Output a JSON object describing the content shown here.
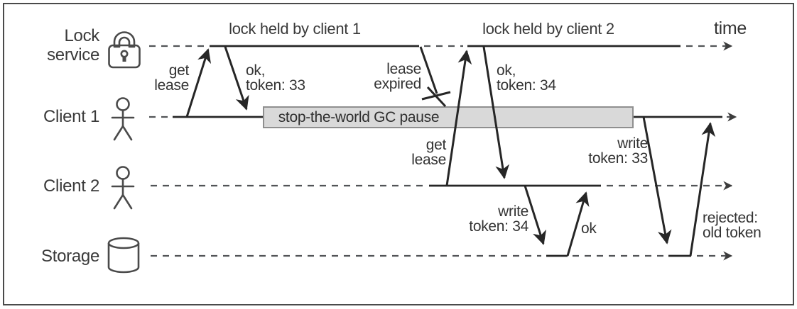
{
  "figure": {
    "time_label": "time"
  },
  "lanes": [
    {
      "id": "lock-service",
      "label": "Lock\nservice",
      "icon": "padlock-icon"
    },
    {
      "id": "client-1",
      "label": "Client 1",
      "icon": "person-icon"
    },
    {
      "id": "client-2",
      "label": "Client 2",
      "icon": "person-icon"
    },
    {
      "id": "storage",
      "label": "Storage",
      "icon": "database-icon"
    }
  ],
  "segments": {
    "lock_held_by_client_1": "lock held by client 1",
    "lock_held_by_client_2": "lock held by client 2",
    "gc_pause": "stop-the-world GC pause"
  },
  "messages": {
    "get_lease_1": "get\nlease",
    "ok_token_33": "ok,\ntoken: 33",
    "lease_expired": "lease\nexpired",
    "get_lease_2": "get\nlease",
    "ok_token_34": "ok,\ntoken: 34",
    "write_token_34": "write\ntoken: 34",
    "write_ok": "ok",
    "write_token_33": "write\ntoken: 33",
    "rejected_old_token": "rejected:\nold token"
  },
  "colors": {
    "solid_line": "#262626",
    "dashed_line": "#525457",
    "gc_box_fill": "#d9d9d9",
    "gc_box_border": "#8f8f8f",
    "frame_border": "#4a4a4a",
    "background": "#ffffff"
  }
}
